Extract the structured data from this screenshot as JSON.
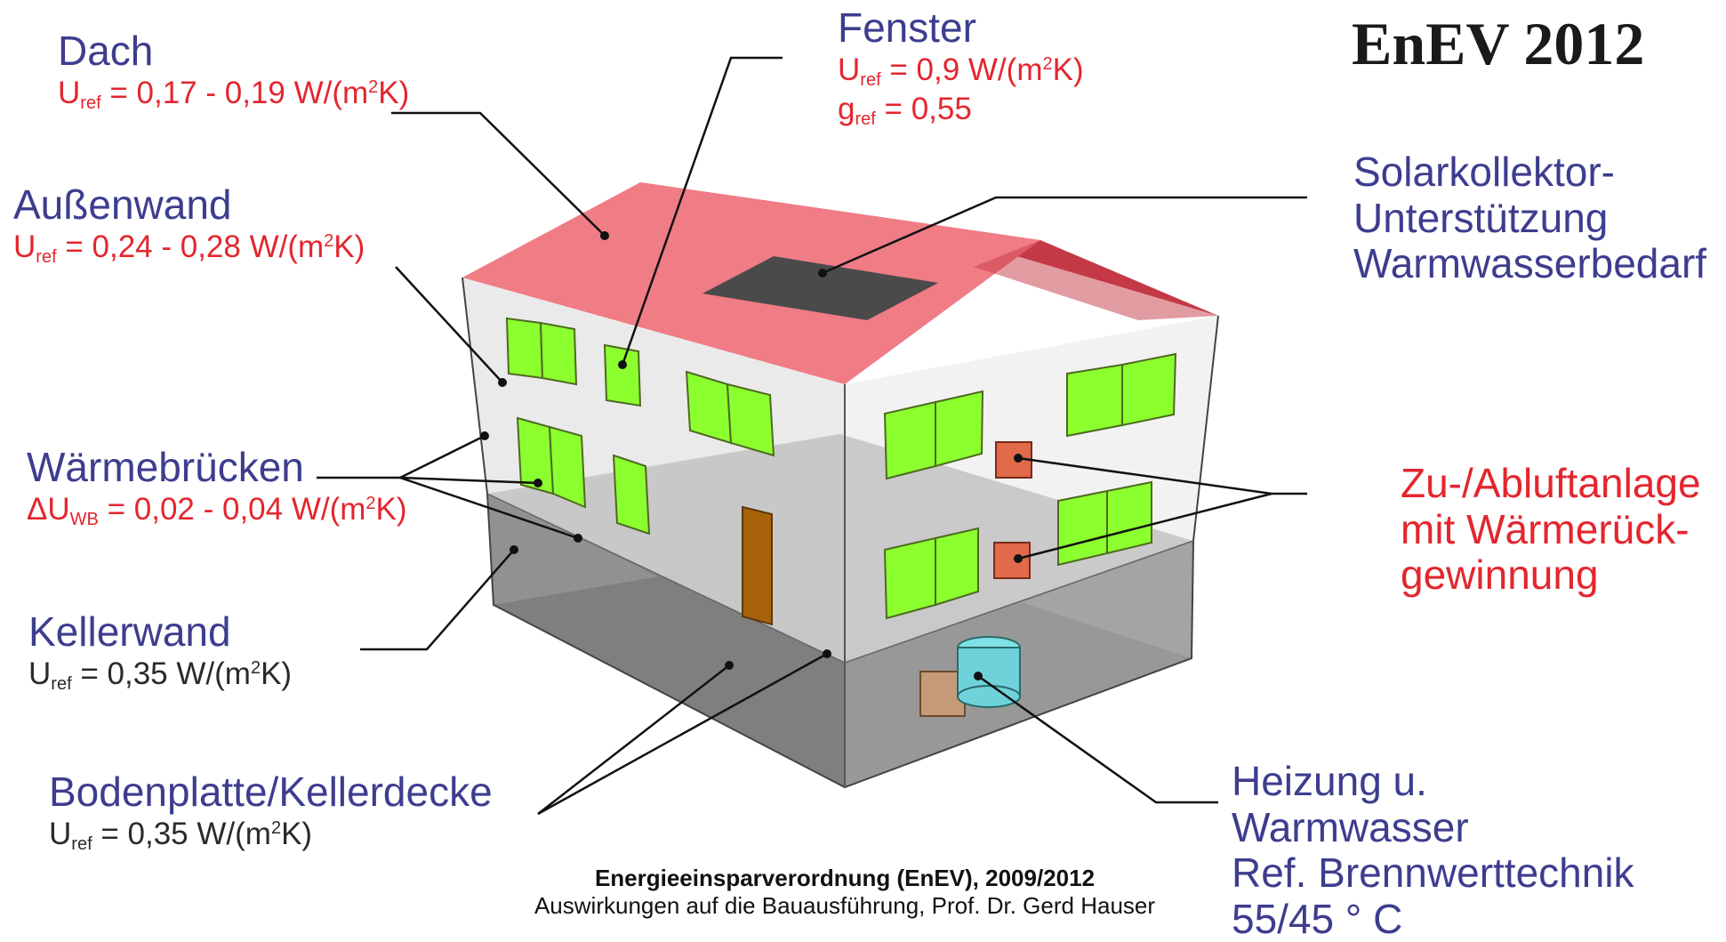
{
  "title": "EnEV 2012",
  "labels": {
    "dach": {
      "heading": "Dach",
      "symbol": "U",
      "sub": "ref",
      "value": "= 0,17 - 0,19 W/(m",
      "sup": "2",
      "unit_tail": "K)"
    },
    "aussenwand": {
      "heading": "Außenwand",
      "symbol": "U",
      "sub": "ref",
      "value": "= 0,24 - 0,28 W/(m",
      "sup": "2",
      "unit_tail": "K)"
    },
    "waermebruecken": {
      "heading": "Wärmebrücken",
      "symbol": "ΔU",
      "sub": "WB",
      "value": "= 0,02 - 0,04 W/(m",
      "sup": "2",
      "unit_tail": "K)"
    },
    "kellerwand": {
      "heading": "Kellerwand",
      "symbol": "U",
      "sub": "ref",
      "value": "= 0,35 W/(m",
      "sup": "2",
      "unit_tail": "K)"
    },
    "bodenplatte": {
      "heading": "Bodenplatte/Kellerdecke",
      "symbol": "U",
      "sub": "ref",
      "value": "= 0,35 W/(m",
      "sup": "2",
      "unit_tail": "K)"
    },
    "fenster": {
      "heading": "Fenster",
      "line1": {
        "symbol": "U",
        "sub": "ref",
        "value": "= 0,9 W/(m",
        "sup": "2",
        "unit_tail": "K)"
      },
      "line2": {
        "symbol": "g",
        "sub": "ref",
        "value": "= 0,55"
      }
    },
    "solar": {
      "lines": [
        "Solarkollektor-",
        "Unterstützung",
        "Warmwasserbedarf"
      ]
    },
    "lueftung": {
      "lines": [
        "Zu-/Abluftanlage",
        "mit Wärmerück-",
        "gewinnung"
      ]
    },
    "heizung": {
      "lines": [
        "Heizung u.",
        "Warmwasser",
        "Ref. Brennwerttechnik",
        "55/45 °  C"
      ]
    }
  },
  "caption": {
    "line1": "Energieeinsparverordnung (EnEV), 2009/2012",
    "line2": "Auswirkungen auf die Bauausführung, Prof. Dr. Gerd Hauser"
  },
  "colors": {
    "heading_blue": "#3d3d8f",
    "value_red": "#e3262e",
    "roof": "#f07c86",
    "roof_dark": "#c1121f",
    "window": "#8cff2e",
    "door": "#a8620a",
    "basement": "#8e8e8e",
    "walls": "#e9e9e9"
  }
}
